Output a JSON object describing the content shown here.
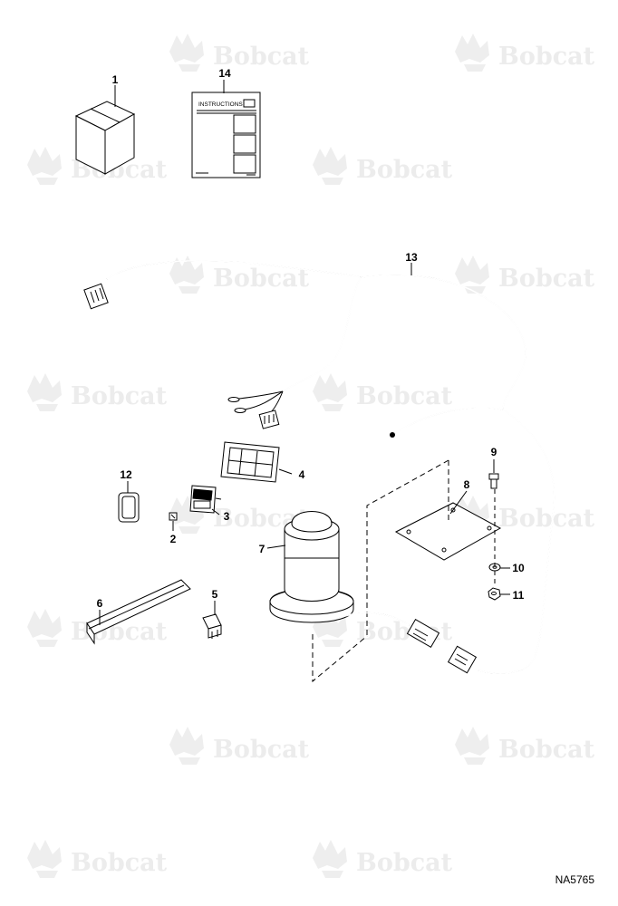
{
  "watermark": {
    "brand": "Bobcat",
    "brand_mark": "Bobcat"
  },
  "parts": [
    {
      "number": "1",
      "icon": "package-box-icon"
    },
    {
      "number": "2",
      "icon": "lens-clip-icon"
    },
    {
      "number": "3",
      "icon": "rocker-switch-icon"
    },
    {
      "number": "4",
      "icon": "switch-panel-icon"
    },
    {
      "number": "5",
      "icon": "fuse-icon"
    },
    {
      "number": "6",
      "icon": "mounting-strip-icon"
    },
    {
      "number": "7",
      "icon": "beacon-light-icon"
    },
    {
      "number": "8",
      "icon": "mounting-plate-icon"
    },
    {
      "number": "9",
      "icon": "bolt-icon"
    },
    {
      "number": "10",
      "icon": "washer-icon"
    },
    {
      "number": "11",
      "icon": "nut-icon"
    },
    {
      "number": "12",
      "icon": "switch-decal-icon"
    },
    {
      "number": "13",
      "icon": "wiring-harness-icon"
    },
    {
      "number": "14",
      "icon": "instruction-sheet-icon"
    }
  ],
  "instructions_sheet": {
    "heading": "INSTRUCTIONS"
  },
  "reference_code": "NA5765"
}
